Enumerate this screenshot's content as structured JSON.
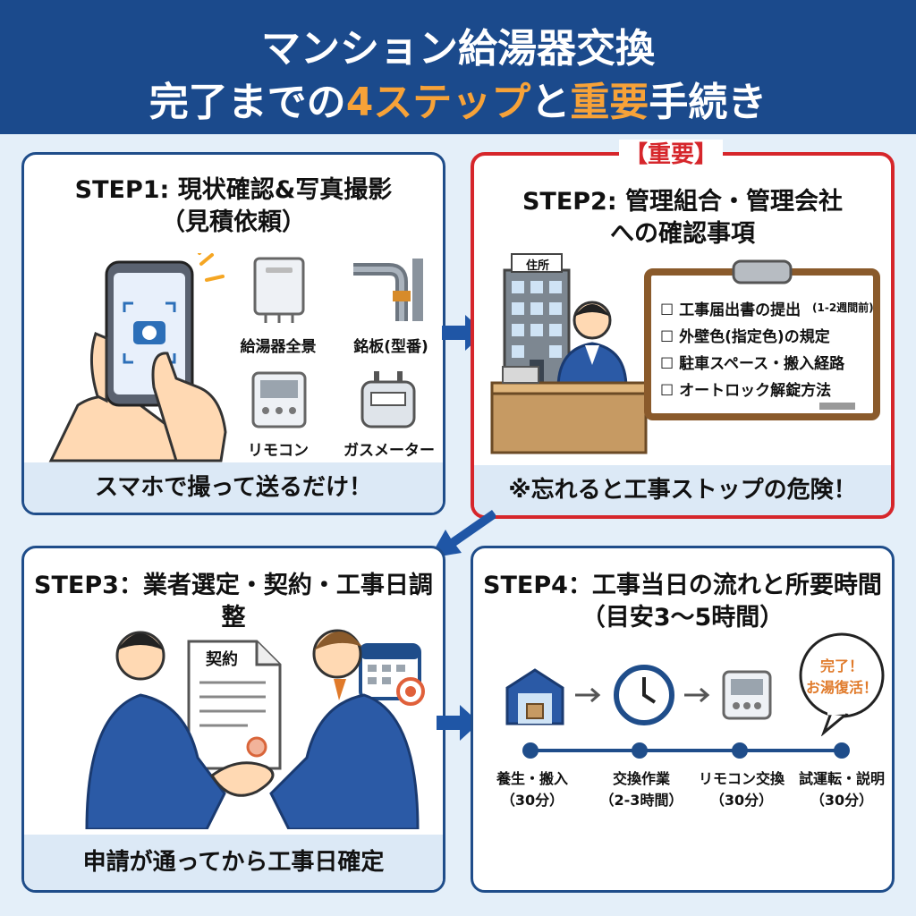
{
  "header": {
    "line1": "マンション給湯器交換",
    "line2_prefix": "完了までの",
    "line2_steps": "4ステップ",
    "line2_mid": "と",
    "line2_important": "重要",
    "line2_suffix": "手続き"
  },
  "step1": {
    "title_line1": "STEP1: 現状確認&写真撮影",
    "title_line2": "（見積依頼）",
    "items": [
      "給湯器全景",
      "銘板(型番)",
      "リモコン",
      "ガスメーター"
    ],
    "footer": "スマホで撮って送るだけ！"
  },
  "step2": {
    "badge": "【重要】",
    "title_line1": "STEP2: 管理組合・管理会社",
    "title_line2": "への確認事項",
    "building_sign": "住所",
    "checklist": [
      "☐ 工事届出書の提出",
      "☐ 外壁色(指定色)の規定",
      "☐ 駐車スペース・搬入経路",
      "☐ オートロック解錠方法"
    ],
    "checklist_note": "(1-2週間前)",
    "footer": "※忘れると工事ストップの危険！"
  },
  "step3": {
    "title": "STEP3：業者選定・契約・工事日調整",
    "document_label": "契約",
    "footer": "申請が通ってから工事日確定"
  },
  "step4": {
    "title_line1": "STEP4：工事当日の流れと所要時間",
    "title_line2": "（目安3〜5時間）",
    "bubble_line1": "完了！",
    "bubble_line2": "お湯復活！",
    "timeline": [
      {
        "label": "養生・搬入",
        "duration": "（30分）"
      },
      {
        "label": "交換作業",
        "duration": "（2-3時間）"
      },
      {
        "label": "リモコン交換",
        "duration": "（30分）"
      },
      {
        "label": "試運転・説明",
        "duration": "（30分）"
      }
    ]
  },
  "colors": {
    "brand": "#1b4a8c",
    "accent": "#f7a238",
    "important": "#d6262b"
  }
}
